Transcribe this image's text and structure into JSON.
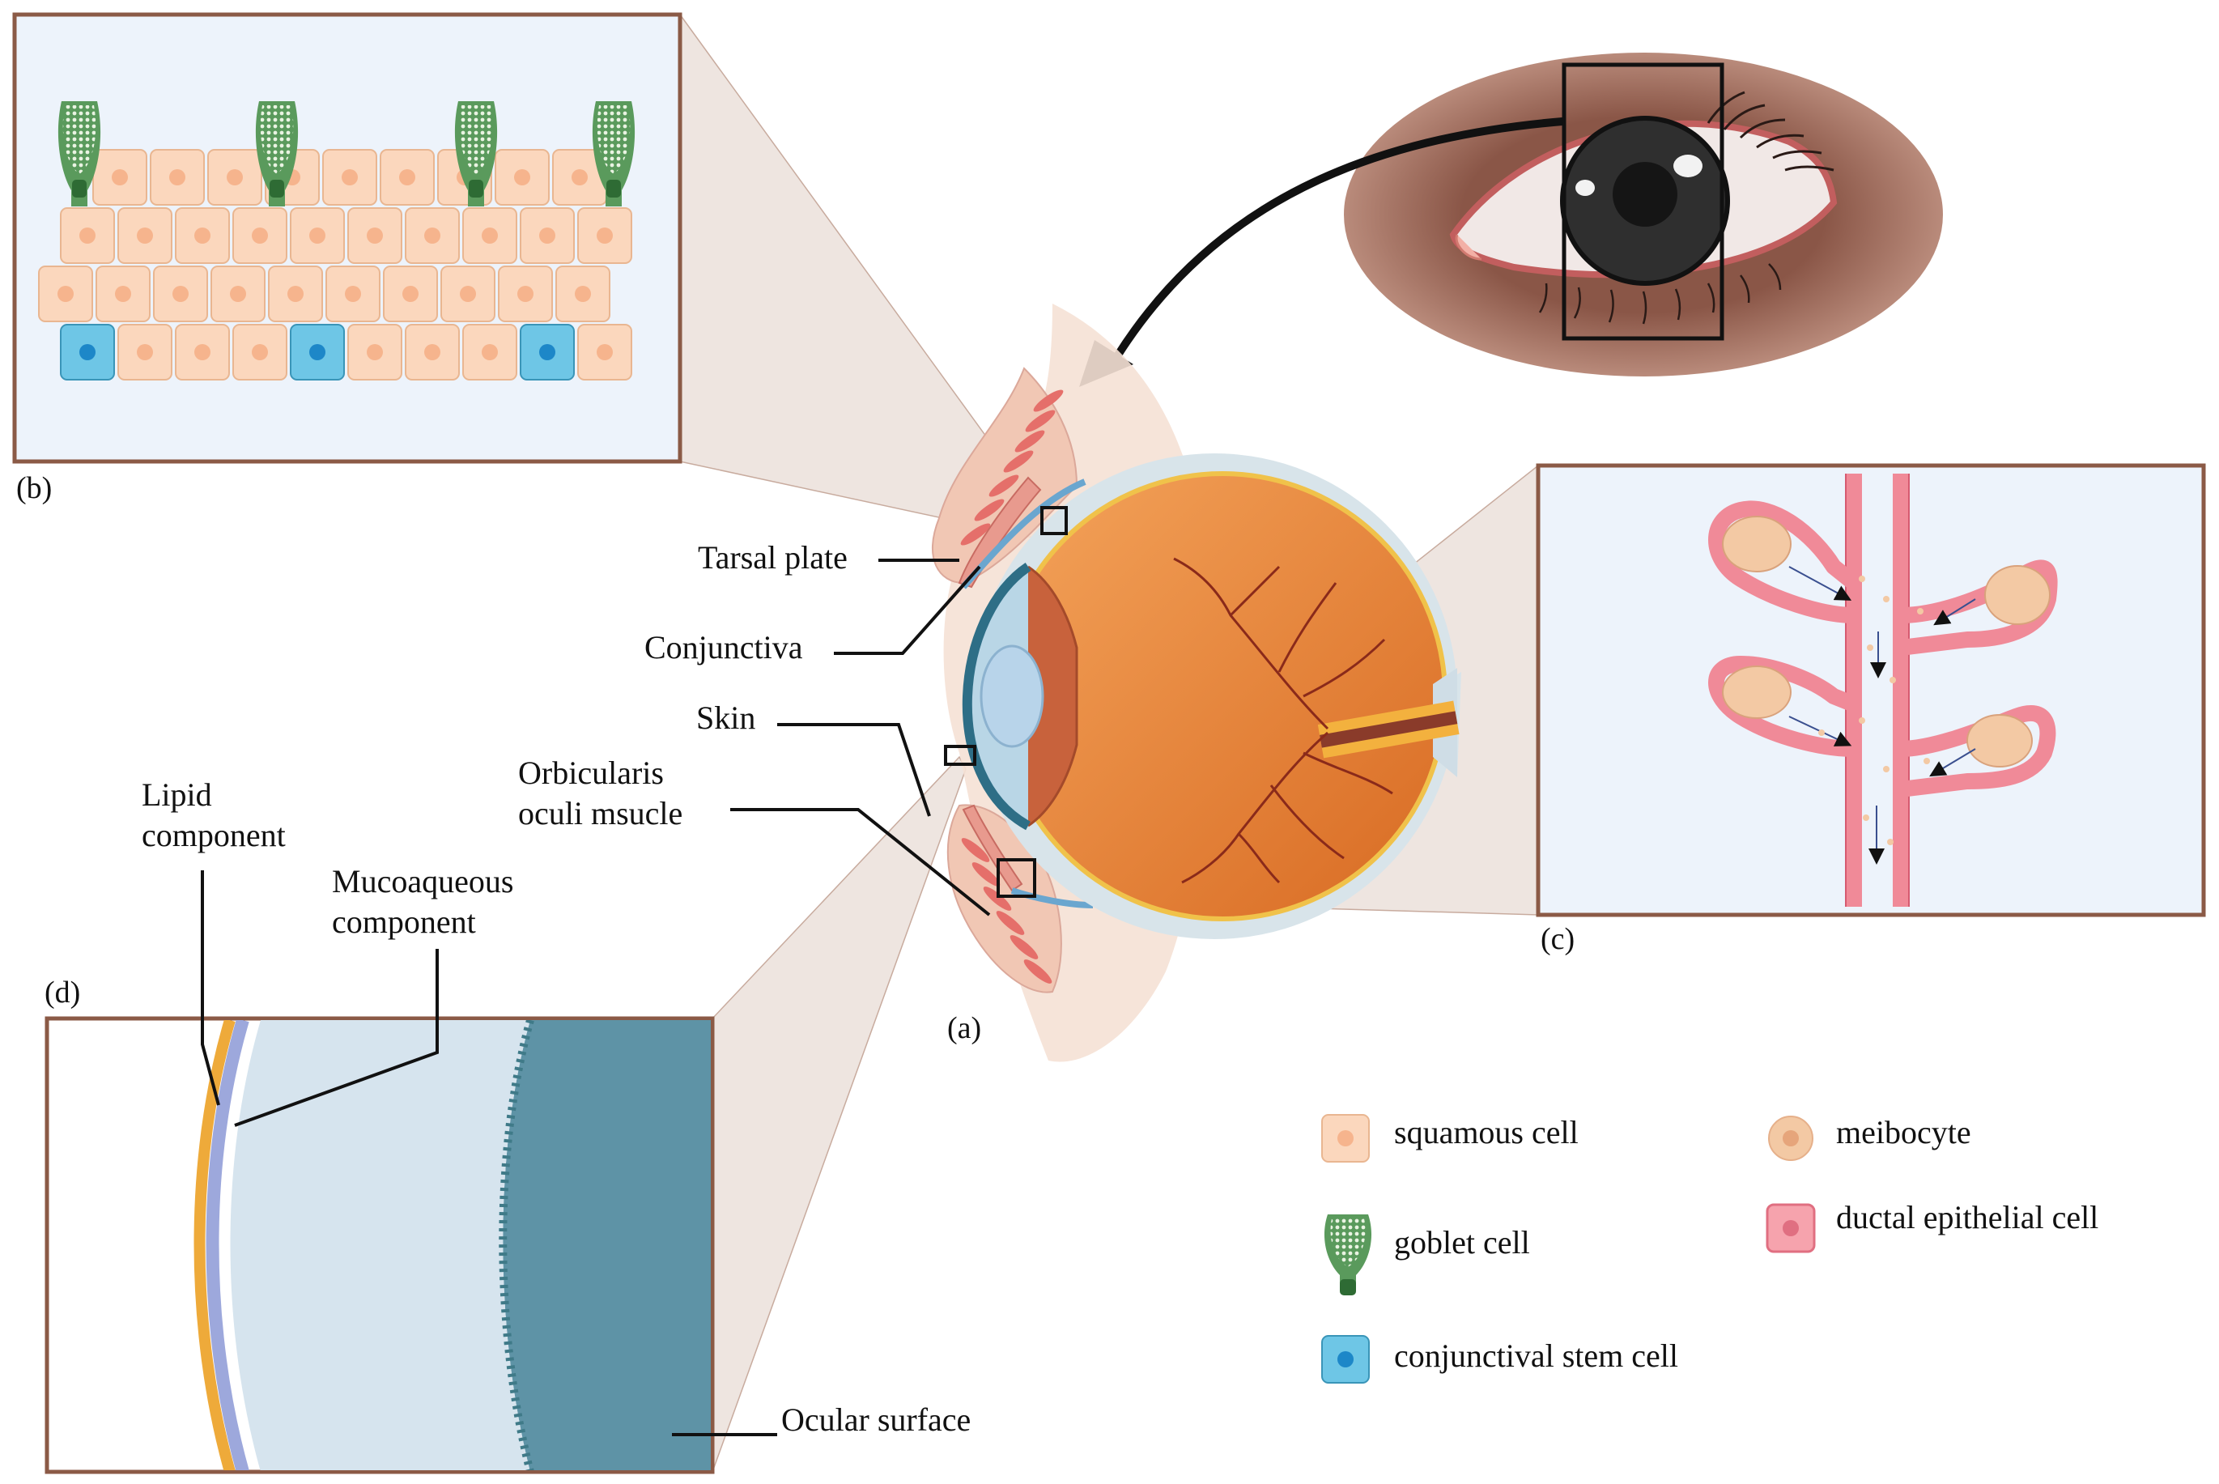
{
  "panels": {
    "a": "(a)",
    "b": "(b)",
    "c": "(c)",
    "d": "(d)"
  },
  "labels": {
    "tarsal_plate": "Tarsal plate",
    "conjunctiva": "Conjunctiva",
    "skin": "Skin",
    "orbicularis_line1": "Orbicularis",
    "orbicularis_line2": "oculi msucle",
    "lipid_line1": "Lipid",
    "lipid_line2": "component",
    "mucoaqueous_line1": "Mucoaqueous",
    "mucoaqueous_line2": "component",
    "ocular_surface": "Ocular surface"
  },
  "legend": {
    "squamous": "squamous cell",
    "goblet": "goblet cell",
    "stem": "conjunctival stem cell",
    "meibocyte": "meibocyte",
    "ductal": "ductal epithelial cell"
  },
  "colors": {
    "squamous": "#fbd7bd",
    "goblet": "#5a9a5c",
    "stem": "#6ec6e6",
    "meibocyte": "#f3c9a4",
    "ductal": "#f08a98",
    "frame": "#8b5a46",
    "panel_bg": "#edf3fb",
    "lipid": "#eeaa3a",
    "mucoaqueous": "#9da8dc",
    "aqueous": "#d6e4ee",
    "ocular_surface": "#5e93a6",
    "iris_skin": "#8d5a4a",
    "globe": "#e98a3c"
  },
  "icons": {
    "arrow": "curved-arrow-icon"
  }
}
